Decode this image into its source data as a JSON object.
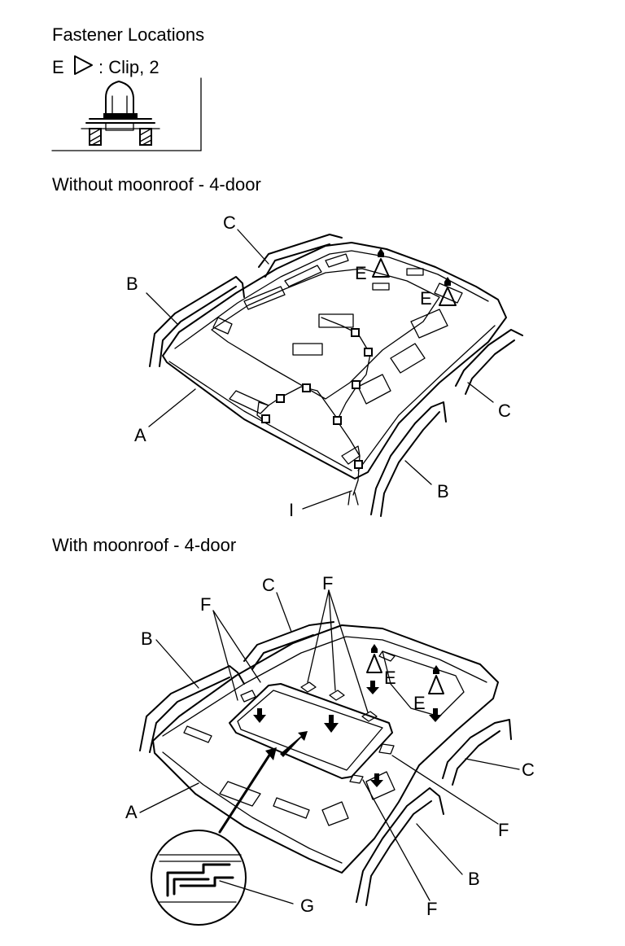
{
  "fastener": {
    "title": "Fastener Locations",
    "legend_letter": "E",
    "legend_text": ": Clip, 2"
  },
  "section1": {
    "title": "Without moonroof - 4-door"
  },
  "section2": {
    "title": "With moonroof - 4-door"
  },
  "callouts": {
    "A": "A",
    "B": "B",
    "C": "C",
    "E": "E",
    "F": "F",
    "G": "G",
    "I": "I"
  }
}
